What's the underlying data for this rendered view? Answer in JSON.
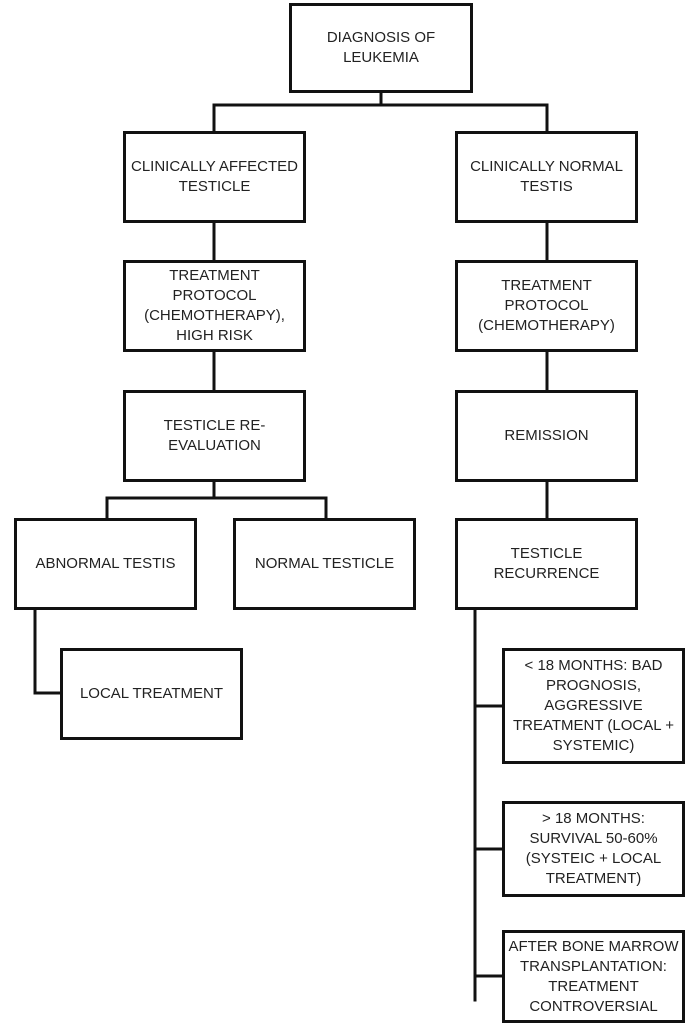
{
  "nodes": {
    "diagnosis": "DIAGNOSIS OF\nLEUKEMIA",
    "affected": "CLINICALLY AFFECTED\nTESTICLE",
    "normal_testis": "CLINICALLY NORMAL\nTESTIS",
    "protocol_high_risk": "TREATMENT PROTOCOL\n(CHEMOTHERAPY),\nHIGH RISK",
    "protocol": "TREATMENT PROTOCOL\n(CHEMOTHERAPY)",
    "reevaluation": "TESTICLE RE-\nEVALUATION",
    "remission": "REMISSION",
    "abnormal": "ABNORMAL TESTIS",
    "normal_testicle": "NORMAL TESTICLE",
    "recurrence": "TESTICLE RECURRENCE",
    "local_treatment": "LOCAL TREATMENT",
    "lt18": "< 18 MONTHS: BAD\nPROGNOSIS,\nAGGRESSIVE\nTREATMENT (LOCAL +\nSYSTEMIC)",
    "gt18": "> 18 MONTHS:\nSURVIVAL 50-60%\n(SYSTEIC + LOCAL\nTREATMENT)",
    "bmt": "AFTER BONE MARROW\nTRANSPLANTATION:\nTREATMENT\nCONTROVERSIAL"
  }
}
